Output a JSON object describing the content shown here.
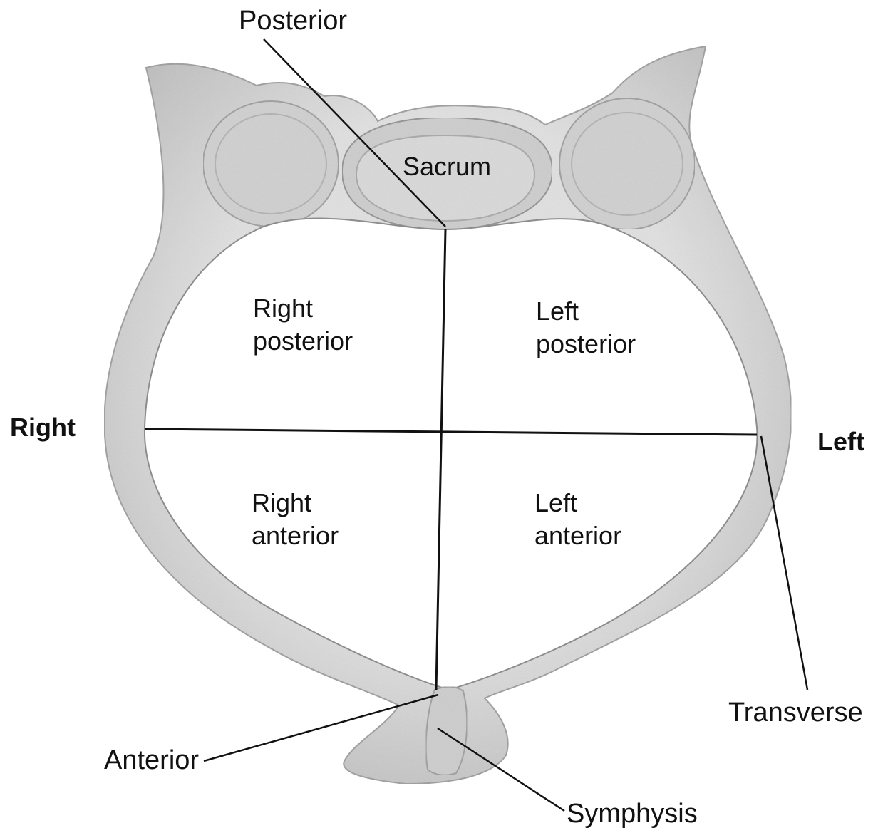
{
  "labels": {
    "posterior": "Posterior",
    "sacrum": "Sacrum",
    "right": "Right",
    "left": "Left",
    "transverse": "Transverse",
    "anterior": "Anterior",
    "symphysis": "Symphysis"
  },
  "quadrants": {
    "right_posterior": [
      "Right",
      "posterior"
    ],
    "left_posterior": [
      "Left",
      "posterior"
    ],
    "right_anterior": [
      "Right",
      "anterior"
    ],
    "left_anterior": [
      "Left",
      "anterior"
    ]
  },
  "colors": {
    "bone_fill": "#d9d9d9",
    "bone_shade": "#bdbdbd",
    "line": "#111111",
    "inlet": "#ffffff"
  }
}
